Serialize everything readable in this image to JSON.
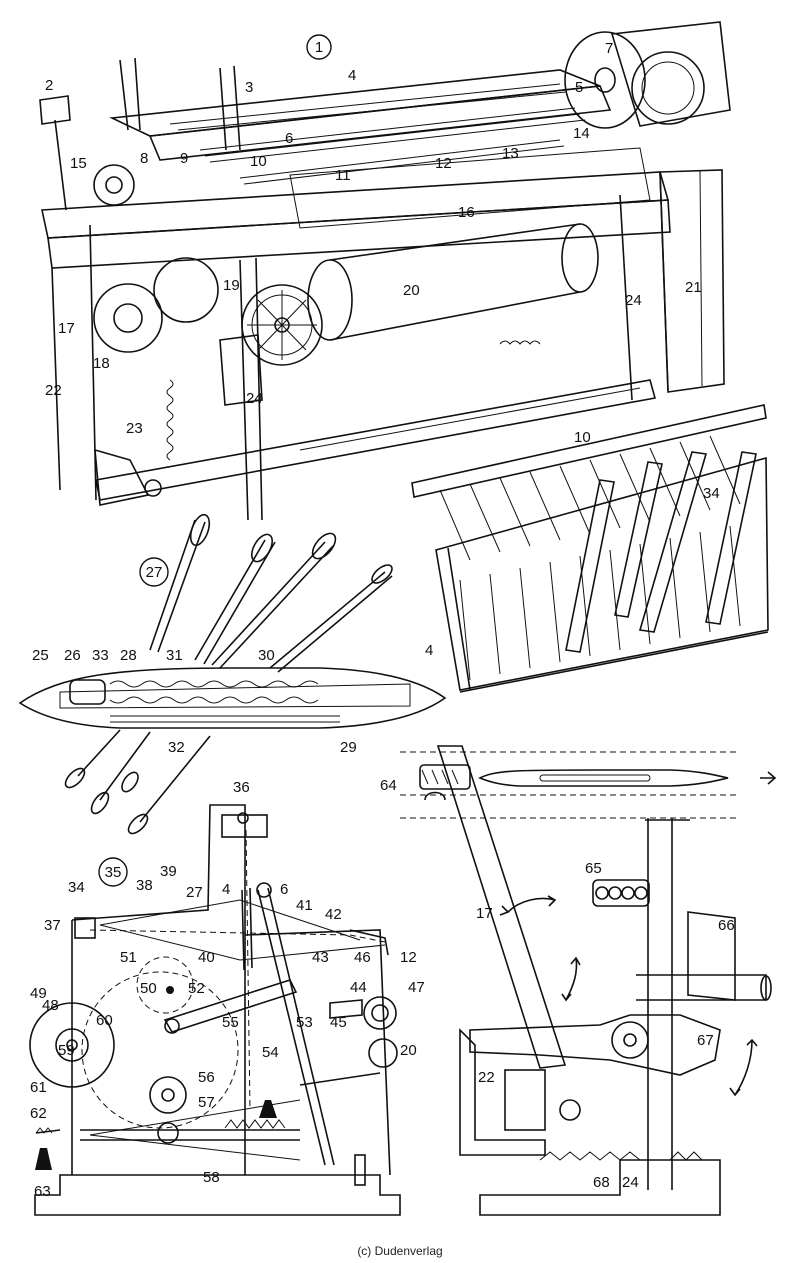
{
  "credit": "(c) Dudenverlag",
  "figures": [
    {
      "id": "fig-loom",
      "number": "1"
    },
    {
      "id": "fig-shuttle",
      "number": "27"
    },
    {
      "id": "fig-cross-section",
      "number": "35"
    }
  ],
  "labels": {
    "loom": [
      "2",
      "3",
      "4",
      "5",
      "6",
      "7",
      "8",
      "9",
      "10",
      "11",
      "12",
      "13",
      "14",
      "15",
      "16",
      "17",
      "18",
      "19",
      "20",
      "21",
      "22",
      "23",
      "24",
      "24"
    ],
    "heddles": [
      "10",
      "34",
      "4"
    ],
    "shuttle": [
      "25",
      "26",
      "28",
      "29",
      "30",
      "31",
      "32",
      "33"
    ],
    "section": [
      "4",
      "6",
      "12",
      "20",
      "27",
      "34",
      "36",
      "37",
      "38",
      "39",
      "40",
      "41",
      "42",
      "43",
      "44",
      "45",
      "46",
      "47",
      "48",
      "49",
      "50",
      "51",
      "52",
      "53",
      "54",
      "55",
      "56",
      "57",
      "58",
      "59",
      "60",
      "61",
      "62",
      "63"
    ],
    "mechanism": [
      "17",
      "22",
      "24",
      "64",
      "65",
      "66",
      "67",
      "68"
    ]
  }
}
